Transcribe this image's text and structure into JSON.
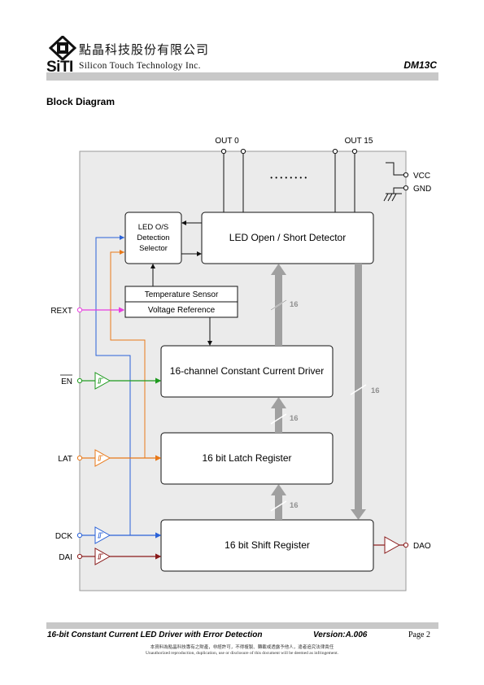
{
  "header": {
    "company_cn": "點晶科技股份有限公司",
    "logo_text": "SiTI",
    "company_en": "Silicon Touch Technology Inc.",
    "part_number": "DM13C",
    "bar_color": "#c8c8c8"
  },
  "section_title": "Block Diagram",
  "diagram": {
    "background_color": "#ebebeb",
    "pins": {
      "out0": "OUT 0",
      "out15": "OUT 15",
      "vcc": "VCC",
      "gnd": "GND",
      "rext": "REXT",
      "en": "EN",
      "lat": "LAT",
      "dck": "DCK",
      "dai": "DAI",
      "dao": "DAO"
    },
    "blocks": {
      "los_selector": [
        "LED O/S",
        "Detection",
        "Selector"
      ],
      "los_detector": "LED Open / Short Detector",
      "temp_sensor": "Temperature Sensor",
      "voltage_ref": "Voltage Reference",
      "current_driver": "16-channel Constant Current Driver",
      "latch": "16 bit Latch Register",
      "shift": "16 bit Shift Register"
    },
    "bus_labels": {
      "detector_bus": "16",
      "output_bus": "16",
      "latch_driver_bus": "16",
      "shift_latch_bus": "16"
    },
    "wire_colors": {
      "rext": "#e83ee0",
      "en": "#1e9a1e",
      "lat": "#e87818",
      "dck": "#2a62d8",
      "dai": "#8a1a1a",
      "bus": "#a0a0a0"
    },
    "ellipsis": "• • • • • • • •"
  },
  "footer": {
    "title": "16-bit Constant Current LED Driver with Error Detection",
    "version": "Version:A.006",
    "page": "Page 2",
    "notice_cn": "本資料為點晶科技專有之財產，非經許可，不得複製、轉載或透露予他人，違者追究法律責任",
    "notice_en": "Unauthorized reproduction, duplication, use or disclosure of this document will be deemed as infringement."
  }
}
